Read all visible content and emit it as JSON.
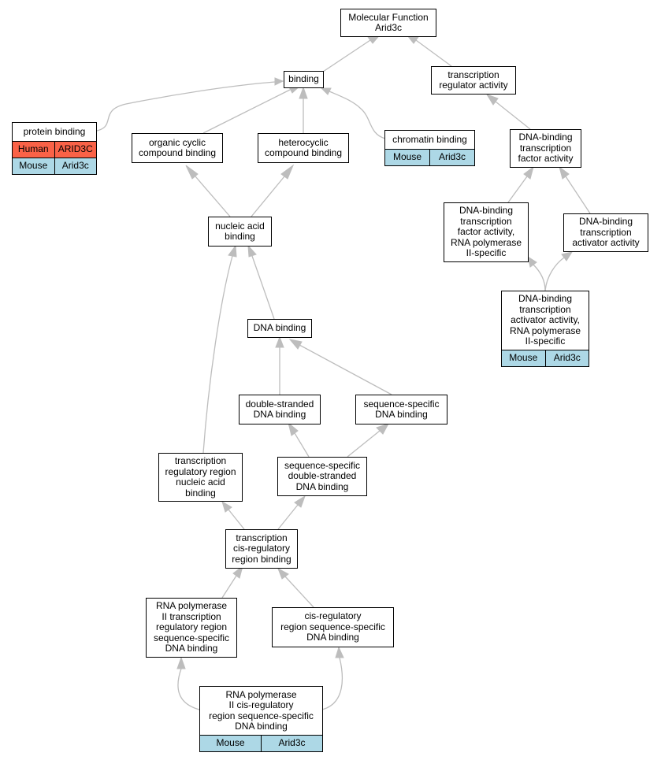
{
  "colors": {
    "edge": "#bdbdbd",
    "human_row": "#fa6247",
    "mouse_row": "#add8e6",
    "node_border": "#000000"
  },
  "nodes": {
    "mf": {
      "label": "Molecular Function\nArid3c"
    },
    "binding": {
      "label": "binding"
    },
    "tra": {
      "label": "transcription\nregulator activity"
    },
    "protein": {
      "label": "protein binding",
      "orthologs": [
        {
          "species": "Human",
          "gene": "ARID3C"
        },
        {
          "species": "Mouse",
          "gene": "Arid3c"
        }
      ]
    },
    "organic": {
      "label": "organic cyclic\ncompound binding"
    },
    "hetero": {
      "label": "heterocyclic\ncompound binding"
    },
    "chromatin": {
      "label": "chromatin binding",
      "orthologs": [
        {
          "species": "Mouse",
          "gene": "Arid3c"
        }
      ]
    },
    "dbtfa": {
      "label": "DNA-binding\ntranscription\nfactor activity"
    },
    "nucleic": {
      "label": "nucleic acid\nbinding"
    },
    "dbtfa2": {
      "label": "DNA-binding\ntranscription\nfactor activity,\nRNA polymerase\nII-specific"
    },
    "dbtaa": {
      "label": "DNA-binding\ntranscription\nactivator activity"
    },
    "dbtaa2": {
      "label": "DNA-binding\ntranscription\nactivator activity,\nRNA polymerase\nII-specific",
      "orthologs": [
        {
          "species": "Mouse",
          "gene": "Arid3c"
        }
      ]
    },
    "dna": {
      "label": "DNA binding"
    },
    "dsdna": {
      "label": "double-stranded\nDNA binding"
    },
    "ssdna": {
      "label": "sequence-specific\nDNA binding"
    },
    "trnab": {
      "label": "transcription\nregulatory region\nnucleic acid\nbinding"
    },
    "ssds": {
      "label": "sequence-specific\ndouble-stranded\nDNA binding"
    },
    "tcis": {
      "label": "transcription\ncis-regulatory\nregion binding"
    },
    "rnap": {
      "label": "RNA polymerase\nII transcription\nregulatory region\nsequence-specific\nDNA binding"
    },
    "cisreg": {
      "label": "cis-regulatory\nregion sequence-specific\nDNA binding"
    },
    "rnapcis": {
      "label": "RNA polymerase\nII cis-regulatory\nregion sequence-specific\nDNA binding",
      "orthologs": [
        {
          "species": "Mouse",
          "gene": "Arid3c"
        }
      ]
    }
  }
}
